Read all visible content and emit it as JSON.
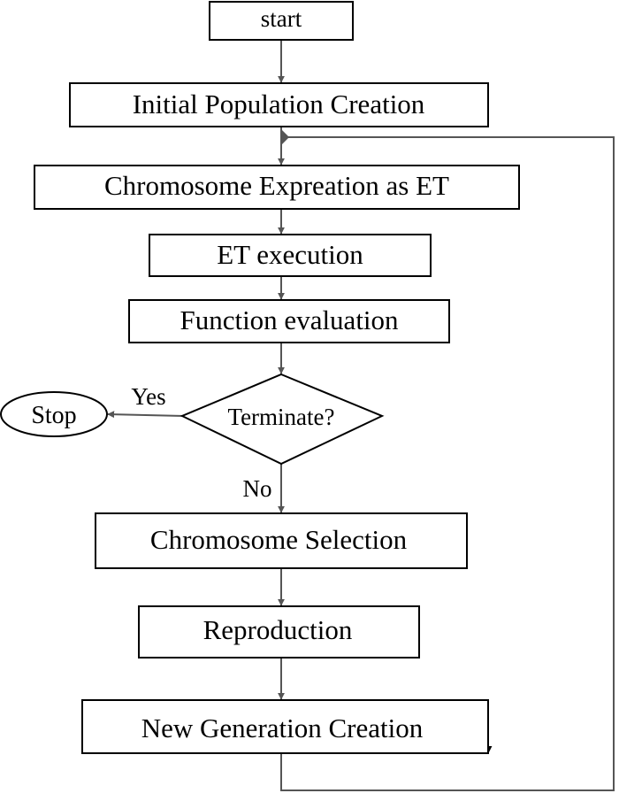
{
  "nodes": {
    "start": "start",
    "initial_population": "Initial Population Creation",
    "chromosome_expression": "Chromosome Expreation as ET",
    "et_execution": "ET execution",
    "function_evaluation": "Function evaluation",
    "terminate": "Terminate?",
    "stop": "Stop",
    "chromosome_selection": "Chromosome Selection",
    "reproduction": "Reproduction",
    "new_generation": "New Generation Creation"
  },
  "edge_labels": {
    "yes": "Yes",
    "no": "No"
  },
  "colors": {
    "node_border": "#000000",
    "connector": "#555555"
  }
}
